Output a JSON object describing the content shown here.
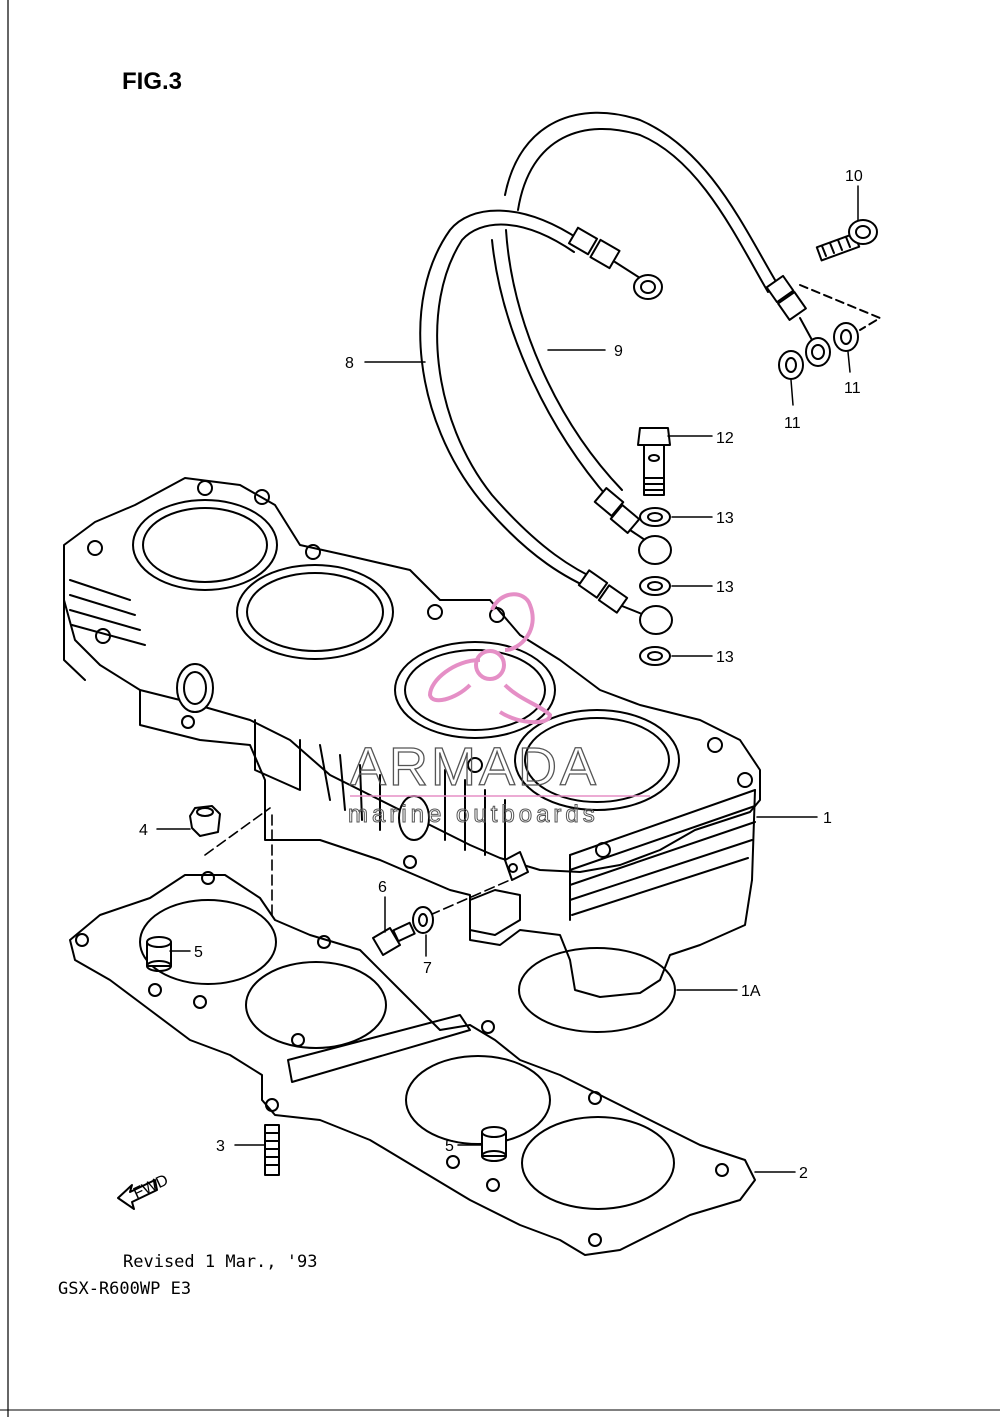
{
  "figure": {
    "title": "FIG.3",
    "revised": "Revised 1 Mar., '93",
    "model": "GSX-R600WP E3",
    "fwd_label": "FWD"
  },
  "watermark": {
    "brand": "ARMADA",
    "subtitle": "marine outboards",
    "logo_color": "#e58fc6"
  },
  "callouts": [
    "10",
    "8",
    "9",
    "11",
    "11",
    "12",
    "13",
    "13",
    "13",
    "1",
    "4",
    "6",
    "5",
    "7",
    "1A",
    "3",
    "5",
    "2"
  ]
}
